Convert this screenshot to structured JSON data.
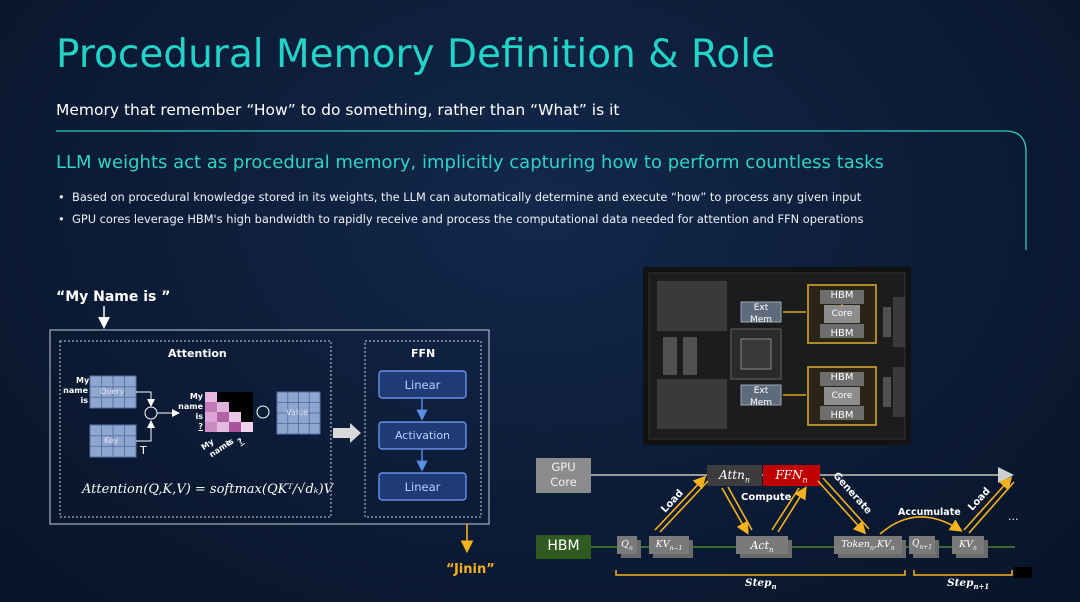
{
  "slide": {
    "title": "Procedural Memory Definition & Role",
    "subtitle": "Memory that remember “How” to do something, rather than “What” is it",
    "section_heading": "LLM weights act as procedural memory, implicitly capturing how to perform countless tasks",
    "bullets": [
      "Based on procedural knowledge stored in its weights, the LLM can automatically determine and execute “how” to process any given input",
      "GPU cores leverage HBM's high bandwidth to rapidly receive and process the computational data needed for attention and FFN operations"
    ]
  },
  "transformer": {
    "input": "“My Name is ”",
    "output": "“Jinin”",
    "attention_title": "Attention",
    "ffn_title": "FFN",
    "query_label": "Query",
    "key_label": "Key",
    "value_label": "Value",
    "transpose": "T",
    "row_tokens": [
      "My",
      "name",
      "is"
    ],
    "score_rows": [
      "My",
      "name",
      "is",
      "?"
    ],
    "score_cols": [
      "My",
      "name",
      "is",
      "?"
    ],
    "formula": "Attention(Q,K,V) = softmax(QKᵀ/√dₖ)V",
    "ffn_layers": [
      "Linear",
      "Activation",
      "Linear"
    ]
  },
  "chip": {
    "ext_mem": [
      "Ext",
      "Mem"
    ],
    "hbm": "HBM",
    "core": "Core"
  },
  "pipeline": {
    "gpu_label": [
      "GPU",
      "Core"
    ],
    "hbm_label": "HBM",
    "attn": "Attn",
    "ffn": "FFN",
    "subscript_n": "n",
    "q_n": "Q",
    "kv_n_minus_1": "KV",
    "sub_n_minus_1": "n−1",
    "act": "Act",
    "token_kv": "Token",
    "q_n_plus_1": "Q",
    "sub_n_plus_1": "n+1",
    "kv_n": "KV",
    "load": "Load",
    "compute": "Compute",
    "generate": "Generate",
    "accumulate": "Accumulate",
    "ellipsis": "...",
    "step_n": "Step",
    "step_n_plus_1": "Step"
  },
  "colors": {
    "teal": "#22d3c7",
    "orange": "#f5b21c",
    "ffn_red": "#c00000",
    "hbm_green": "#2f5a20",
    "box_blue": "#2e4f8a"
  }
}
